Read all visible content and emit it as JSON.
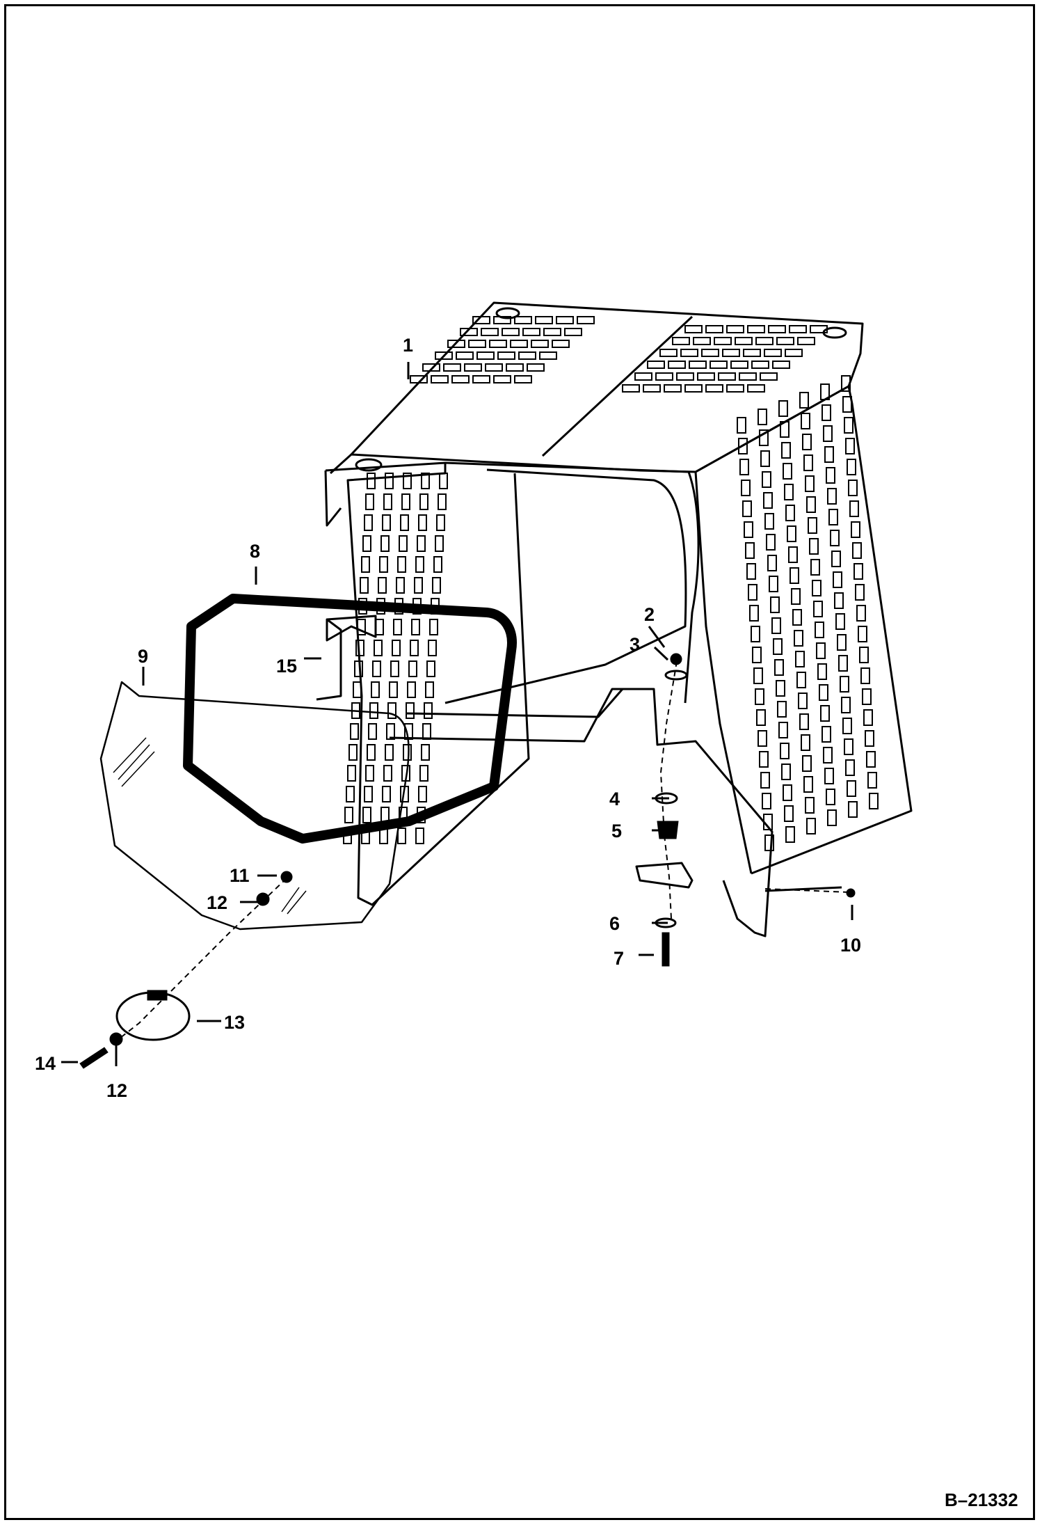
{
  "figure_number": "B–21332",
  "parts": [
    {
      "label": "1",
      "name": "cab frame"
    },
    {
      "label": "2",
      "name": "nut"
    },
    {
      "label": "3",
      "name": "washer"
    },
    {
      "label": "4",
      "name": "washer"
    },
    {
      "label": "5",
      "name": "rubber mount"
    },
    {
      "label": "6",
      "name": "washer"
    },
    {
      "label": "7",
      "name": "bolt"
    },
    {
      "label": "8",
      "name": "window seal"
    },
    {
      "label": "9",
      "name": "rear window glass"
    },
    {
      "label": "10",
      "name": "plug"
    },
    {
      "label": "11",
      "name": "nut"
    },
    {
      "label": "12",
      "name": "washer"
    },
    {
      "label": "12",
      "name": "washer"
    },
    {
      "label": "13",
      "name": "ring"
    },
    {
      "label": "14",
      "name": "bolt"
    },
    {
      "label": "15",
      "name": "bracket"
    }
  ],
  "colors": {
    "line": "#000000",
    "background": "#ffffff"
  }
}
